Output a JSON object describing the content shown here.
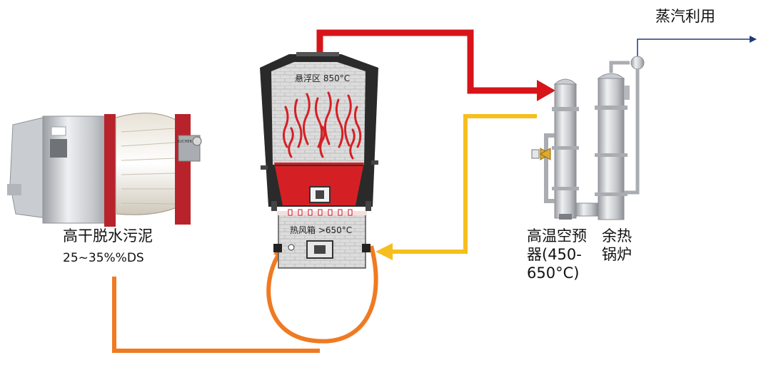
{
  "labels": {
    "sludge_title": "高干脱水污泥",
    "sludge_ds": "25~35%%DS",
    "suspension_zone": "悬浮区 850°C",
    "windbox": "热风箱 >650°C",
    "preheater_line1": "高温空预",
    "preheater_line2": "器(450-",
    "preheater_line3": "650°C)",
    "boiler_line1": "余热",
    "boiler_line2": "锅炉",
    "steam_use": "蒸汽利用"
  },
  "colors": {
    "flue_gas": "#d7141a",
    "hot_air": "#f6bf1e",
    "sludge_feed": "#f07a22",
    "steam": "#1f3a78",
    "refractory": "#d0d0d0",
    "fire": "#d42025"
  },
  "icons": [
    "dewatering-machine-icon",
    "incinerator-icon",
    "air-preheater-icon",
    "waste-heat-boiler-icon",
    "valve-icon",
    "flame-icon"
  ]
}
